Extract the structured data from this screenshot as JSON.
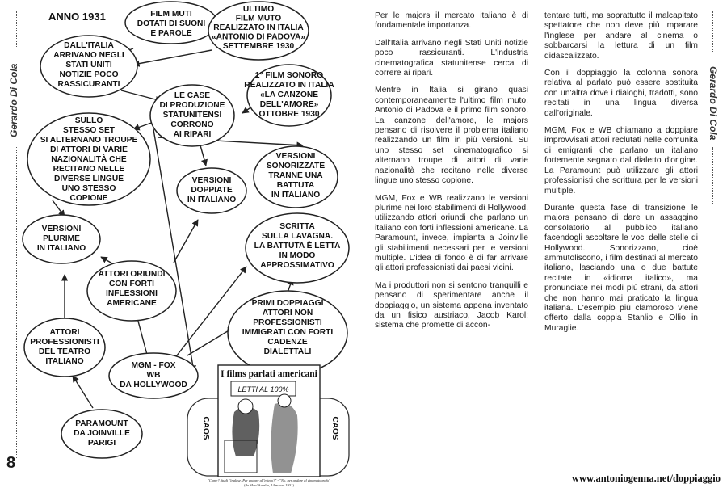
{
  "side_author": "Gerardo Di Cola",
  "year": "ANNO 1931",
  "page_number": "8",
  "footer_url": "www.antoniogenna.net/doppiaggio",
  "nodes": {
    "film_muti": [
      "FILM MUTI",
      "DOTATI DI SUONI",
      "E PAROLE"
    ],
    "ultimo_muto": [
      "ULTIMO",
      "FILM MUTO",
      "REALIZZATO IN ITALIA",
      "«ANTONIO DI PADOVA»",
      "SETTEMBRE 1930"
    ],
    "dallitalia": [
      "DALL'ITALIA",
      "ARRIVANO NEGLI",
      "STATI UNITI",
      "NOTIZIE POCO",
      "RASSICURANTI"
    ],
    "primo_sonoro": [
      "1° FILM SONORO",
      "REALIZZATO IN ITALIA",
      "«LA CANZONE",
      "DELL'AMORE»",
      "OTTOBRE 1930"
    ],
    "case_produzione": [
      "LE CASE",
      "DI PRODUZIONE",
      "STATUNITENSI",
      "CORRONO",
      "AI RIPARI"
    ],
    "stesso_set": [
      "SULLO",
      "STESSO SET",
      "SI ALTERNANO TROUPE",
      "DI ATTORI DI VARIE",
      "NAZIONALITÀ CHE",
      "RECITANO NELLE",
      "DIVERSE LINGUE",
      "UNO STESSO",
      "COPIONE"
    ],
    "versioni_sonorizzate": [
      "VERSIONI",
      "SONORIZZATE",
      "TRANNE UNA",
      "BATTUTA",
      "IN ITALIANO"
    ],
    "versioni_doppiate": [
      "VERSIONI",
      "DOPPIATE",
      "IN ITALIANO"
    ],
    "versioni_plurime": [
      "VERSIONI",
      "PLURIME",
      "IN ITALIANO"
    ],
    "scritta_lavagna": [
      "SCRITTA",
      "SULLA LAVAGNA.",
      "LA BATTUTA È LETTA",
      "IN MODO",
      "APPROSSIMATIVO"
    ],
    "attori_oriundi": [
      "ATTORI ORIUNDI",
      "CON FORTI",
      "INFLESSIONI",
      "AMERICANE"
    ],
    "primi_doppiaggi": [
      "PRIMI DOPPIAGGI",
      "ATTORI NON",
      "PROFESSIONISTI",
      "IMMIGRATI CON FORTI",
      "CADENZE",
      "DIALETTALI"
    ],
    "attori_professionisti": [
      "ATTORI",
      "PROFESSIONISTI",
      "DEL TEATRO",
      "ITALIANO"
    ],
    "mgm_fox": [
      "MGM - FOX",
      "WB",
      "DA HOLLYWOOD"
    ],
    "paramount": [
      "PARAMOUNT",
      "DA JOINVILLE",
      "PARIGI"
    ]
  },
  "poster": {
    "title": "I films parlati americani",
    "sign": "LETTI AL 100%",
    "caos": "CAOS",
    "caption": "\"Come? Studi l'inglese. Per andare all'estero?\" - \"No, per andare al cinematografo\"",
    "caption_source": "(da Marc'Aurelio, 14 marzo 1931)"
  },
  "article": {
    "left_paragraphs": [
      "Per le majors il mercato italiano è di fondamentale importanza.",
      "Dall'Italia arrivano negli Stati Uniti notizie poco rassicuranti. L'industria cinematografica statunitense cerca di correre ai ripari.",
      "Mentre in Italia si girano quasi contemporaneamente l'ultimo film muto, Antonio di Padova e il primo film sonoro, La canzone dell'amore, le majors pensano di risolvere il problema italiano realizzando un film in più versioni. Su uno stesso set cinematografico si alternano troupe di attori di varie nazionalità che recitano nelle diverse lingue uno stesso copione.",
      "MGM, Fox e WB realizzano le versioni plurime nei loro stabilimenti di Hollywood, utilizzando attori oriundi che parlano un italiano con forti inflessioni americane. La Paramount, invece, impianta a Joinville gli stabilimenti necessari per le versioni multiple. L'idea di fondo è di far arrivare gli attori professionisti dai paesi vicini.",
      "Ma i produttori non si sentono tranquilli e pensano di sperimentare anche il doppiaggio, un sistema appena inventato da un fisico austriaco, Jacob Karol; sistema che promette di accon-"
    ],
    "right_paragraphs": [
      "tentare tutti, ma soprattutto il malcapitato spettatore che non deve più imparare l'inglese per andare al cinema o sobbarcarsi la lettura di un film didascalizzato.",
      "Con il doppiaggio la colonna sonora relativa al parlato può essere sostituita con un'altra dove i dialoghi, tradotti, sono recitati in una lingua diversa dall'originale.",
      "MGM, Fox e WB chiamano a doppiare improvvisati attori reclutati nelle comunità di emigranti che parlano un italiano fortemente segnato dal dialetto d'origine. La Paramount può utilizzare gli attori professionisti che scrittura per le versioni multiple.",
      "Durante questa fase di transizione le majors pensano di dare un assaggino consolatorio al pubblico italiano facendogli ascoltare le voci delle stelle di Hollywood. Sonorizzano, cioè ammutoliscono, i film destinati al mercato italiano, lasciando una o due battute recitate in «idioma italico», ma pronunciate nei modi più strani, da attori che non hanno mai praticato la lingua italiana. L'esempio più clamoroso viene offerto dalla coppia Stanlio e Ollio in Muraglie."
    ]
  }
}
